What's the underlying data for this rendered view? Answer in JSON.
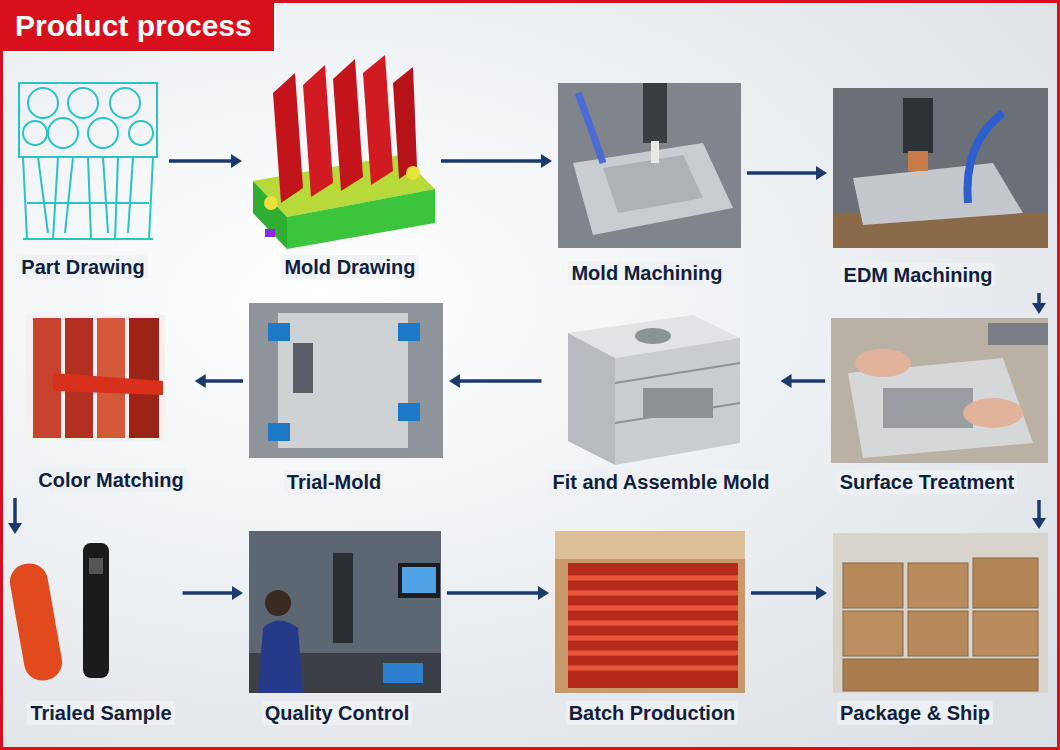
{
  "diagram": {
    "title": "Product process",
    "nodes": [
      {
        "text": [
          "Part Drawing"
        ]
      },
      {
        "text": [
          "Mold Drawing"
        ]
      },
      {
        "text": [
          "Mold Machining"
        ]
      },
      {
        "text": [
          "EDM Machining"
        ]
      },
      {
        "text": [
          "Surface Treatment"
        ]
      },
      {
        "text": [
          "Fit and Assemble Mold"
        ]
      },
      {
        "text": [
          "Trial-Mold"
        ]
      },
      {
        "text": [
          "Color Matching"
        ]
      },
      {
        "text": [
          "Trialed Sample"
        ]
      },
      {
        "text": [
          "Quality Control"
        ]
      },
      {
        "text": [
          "Batch Production"
        ]
      },
      {
        "text": [
          "Package & Ship"
        ]
      }
    ],
    "edges": [
      {
        "from": 0,
        "to": 1,
        "arrow": "to"
      },
      {
        "from": 1,
        "to": 2,
        "arrow": "to"
      },
      {
        "from": 2,
        "to": 3,
        "arrow": "to"
      },
      {
        "from": 3,
        "to": 4,
        "arrow": "to"
      },
      {
        "from": 4,
        "to": 5,
        "arrow": "to"
      },
      {
        "from": 5,
        "to": 6,
        "arrow": "to"
      },
      {
        "from": 6,
        "to": 7,
        "arrow": "to"
      },
      {
        "from": 7,
        "to": 8,
        "arrow": "to"
      },
      {
        "from": 8,
        "to": 9,
        "arrow": "to"
      },
      {
        "from": 9,
        "to": 10,
        "arrow": "to"
      },
      {
        "from": 10,
        "to": 11,
        "arrow": "to"
      },
      {
        "from": 4,
        "to": 11,
        "arrow": "to"
      }
    ]
  }
}
